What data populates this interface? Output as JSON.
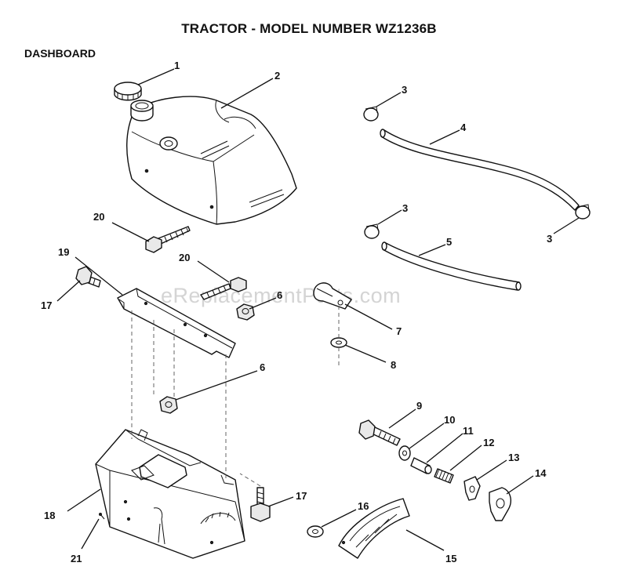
{
  "header": {
    "title": "TRACTOR  - MODEL NUMBER WZ1236B",
    "section": "DASHBOARD"
  },
  "watermark": "eReplacementParts.com",
  "callouts": {
    "c1": "1",
    "c2": "2",
    "c3a": "3",
    "c3b": "3",
    "c3c": "3",
    "c4": "4",
    "c5": "5",
    "c6a": "6",
    "c6b": "6",
    "c7": "7",
    "c8": "8",
    "c9": "9",
    "c10": "10",
    "c11": "11",
    "c12": "12",
    "c13": "13",
    "c14": "14",
    "c15": "15",
    "c16": "16",
    "c17a": "17",
    "c17b": "17",
    "c18": "18",
    "c19": "19",
    "c20a": "20",
    "c20b": "20",
    "c21": "21"
  }
}
